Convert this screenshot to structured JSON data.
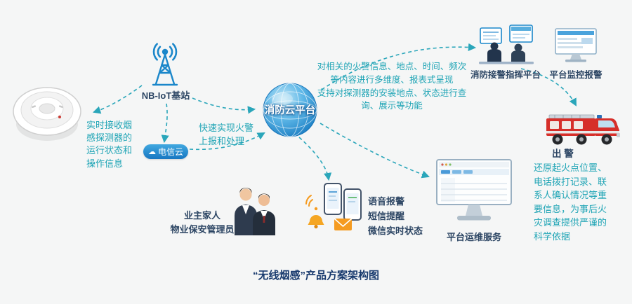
{
  "title": "“无线烟感”产品方案架构图",
  "colors": {
    "teal_text": "#1ea4b5",
    "icon_blue": "#1b87ca",
    "label_navy": "#2d4664",
    "title_navy": "#17396d",
    "connector_teal": "#2aa6ba",
    "truck_red": "#d62f2a",
    "alert_orange": "#f59b20"
  },
  "labels": {
    "nbiot": "NB-IoT基站",
    "telecom_cloud": "电信云",
    "cloud_platform": "消防云平台",
    "fire_command": "消防接警指挥平台",
    "platform_monitor": "平台监控报警",
    "dispatch": "出 警",
    "ops_service": "平台运维服务",
    "owners": "业主家人\n物业保安管理员",
    "alert_channels": "语音报警\n短信提醒\n微信实时状态"
  },
  "annotations": {
    "realtime_receive": "实时接收烟感探测器的运行状态和操作信息",
    "fast_report": "快速实现火警上报和处理",
    "platform_features": "对相关的火警信息、地点、时间、频次等内容进行多维度、报表式呈现\n支持对探测器的安装地点、状态进行查询、展示等功能",
    "investigation_basis": "还原起火点位置、电话拨打记录、联系人确认情况等重要信息，为事后火灾调查提供严谨的科学依据"
  }
}
